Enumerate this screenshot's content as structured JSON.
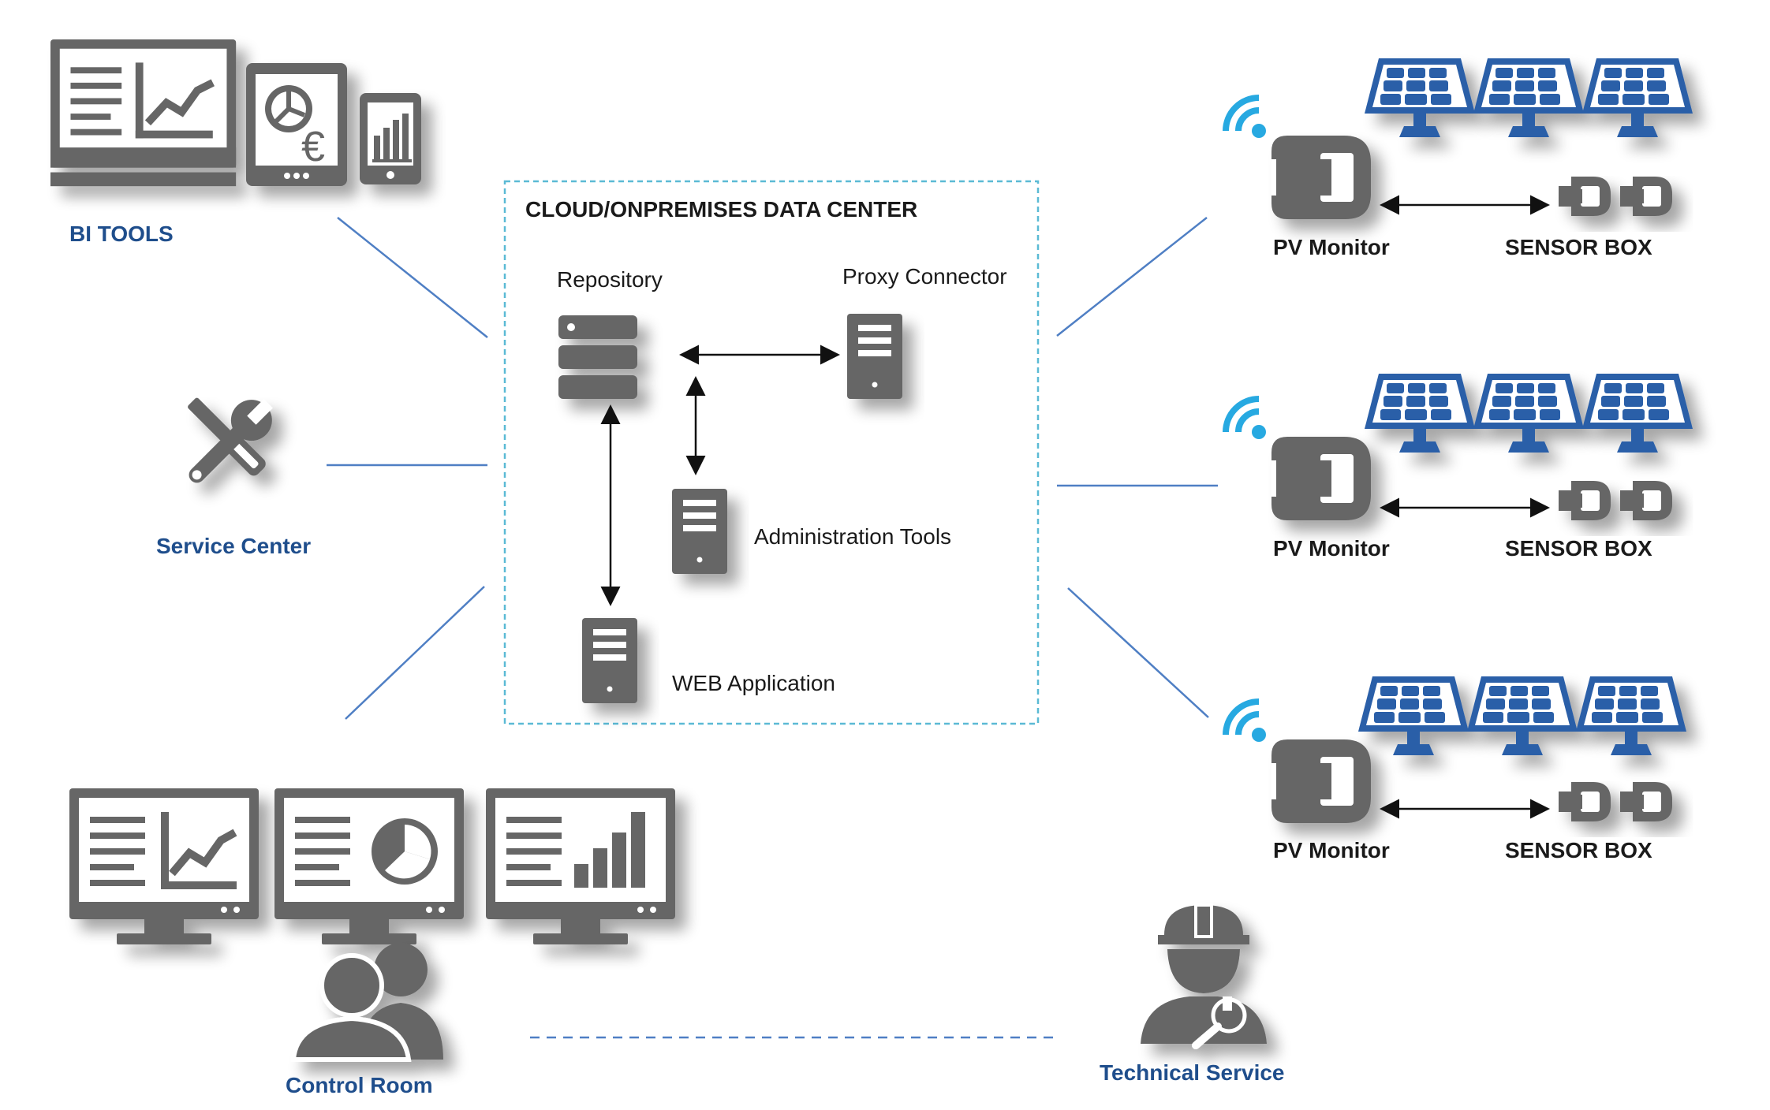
{
  "datacenter": {
    "title": "CLOUD/ONPREMISES DATA CENTER",
    "repository": "Repository",
    "proxy": "Proxy Connector",
    "admin": "Administration Tools",
    "web": "WEB Application"
  },
  "left": {
    "bi_tools": "BI TOOLS",
    "service_center": "Service Center",
    "control_room": "Control Room"
  },
  "right": {
    "pv_monitor": "PV Monitor",
    "sensor_box": "SENSOR BOX"
  },
  "bottom": {
    "technical_service": "Technical Service"
  },
  "icons": [
    "monitor-chart-icon",
    "tablet-pie-euro-icon",
    "phone-bar-icon",
    "tools-icon",
    "server-stack-icon",
    "server-tower-icon",
    "wifi-icon",
    "pv-monitor-icon",
    "solar-panel-icon",
    "sensor-box-icon",
    "users-icon",
    "technician-icon",
    "wrench-icon"
  ],
  "colors": {
    "icon_gray": "#666666",
    "label_blue": "#1f4e8c",
    "line_blue": "#4f7fc4",
    "panel_blue": "#2c5fa8",
    "wifi_blue": "#27a9e1",
    "dashed_box": "#5bbad5"
  }
}
